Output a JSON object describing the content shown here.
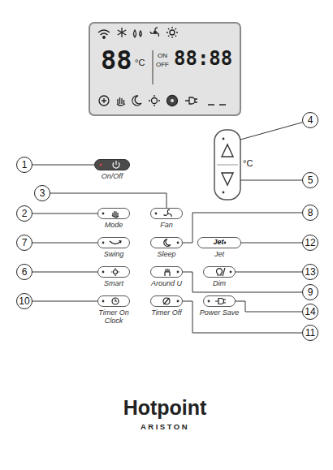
{
  "diagram": {
    "nodes": [
      {
        "text": [
          "Hotpoint",
          "ARISTON"
        ]
      },
      {
        "text": [
          "88",
          "°C",
          "ON",
          "OFF",
          "88:88"
        ],
        "in": 0
      },
      {
        "text": [
          "On/Off"
        ],
        "in": 0
      },
      {
        "text": [
          "Mode"
        ],
        "in": 0
      },
      {
        "text": [
          "Fan"
        ],
        "in": 0
      },
      {
        "text": [
          "Swing"
        ],
        "in": 0
      },
      {
        "text": [
          "Sleep"
        ],
        "in": 0
      },
      {
        "text": [
          "Jet",
          "Jet"
        ],
        "in": 0
      },
      {
        "text": [
          "Smart"
        ],
        "in": 0
      },
      {
        "text": [
          "Around U"
        ],
        "in": 0
      },
      {
        "text": [
          "Dim"
        ],
        "in": 0
      },
      {
        "text": [
          "Timer On Clock"
        ],
        "in": 0
      },
      {
        "text": [
          "Timer Off"
        ],
        "in": 0
      },
      {
        "text": [
          "Power Save"
        ],
        "in": 0
      },
      {
        "text": [
          "1"
        ]
      },
      {
        "text": [
          "2"
        ]
      },
      {
        "text": [
          "3"
        ]
      },
      {
        "text": [
          "4"
        ]
      },
      {
        "text": [
          "5"
        ]
      },
      {
        "text": [
          "6"
        ]
      },
      {
        "text": [
          "7"
        ]
      },
      {
        "text": [
          "8"
        ]
      },
      {
        "text": [
          "9"
        ]
      },
      {
        "text": [
          "10"
        ]
      },
      {
        "text": [
          "11"
        ]
      },
      {
        "text": [
          "12"
        ]
      },
      {
        "text": [
          "13"
        ]
      },
      {
        "text": [
          "14"
        ]
      }
    ],
    "edges": [
      {
        "from": 14,
        "to": 2,
        "arrow": "none"
      },
      {
        "from": 15,
        "to": 3,
        "arrow": "none"
      },
      {
        "from": 16,
        "to": 4,
        "arrow": "none"
      },
      {
        "from": 19,
        "to": 8,
        "arrow": "none"
      },
      {
        "from": 20,
        "to": 5,
        "arrow": "none"
      },
      {
        "from": 21,
        "to": 6,
        "arrow": "none"
      },
      {
        "from": 22,
        "to": 9,
        "arrow": "none"
      },
      {
        "from": 23,
        "to": 11,
        "arrow": "none"
      },
      {
        "from": 24,
        "to": 12,
        "arrow": "none"
      },
      {
        "from": 25,
        "to": 7,
        "arrow": "none"
      },
      {
        "from": 26,
        "to": 10,
        "arrow": "none"
      },
      {
        "from": 27,
        "to": 13,
        "arrow": "none"
      }
    ],
    "labels": [
      "°C"
    ]
  }
}
